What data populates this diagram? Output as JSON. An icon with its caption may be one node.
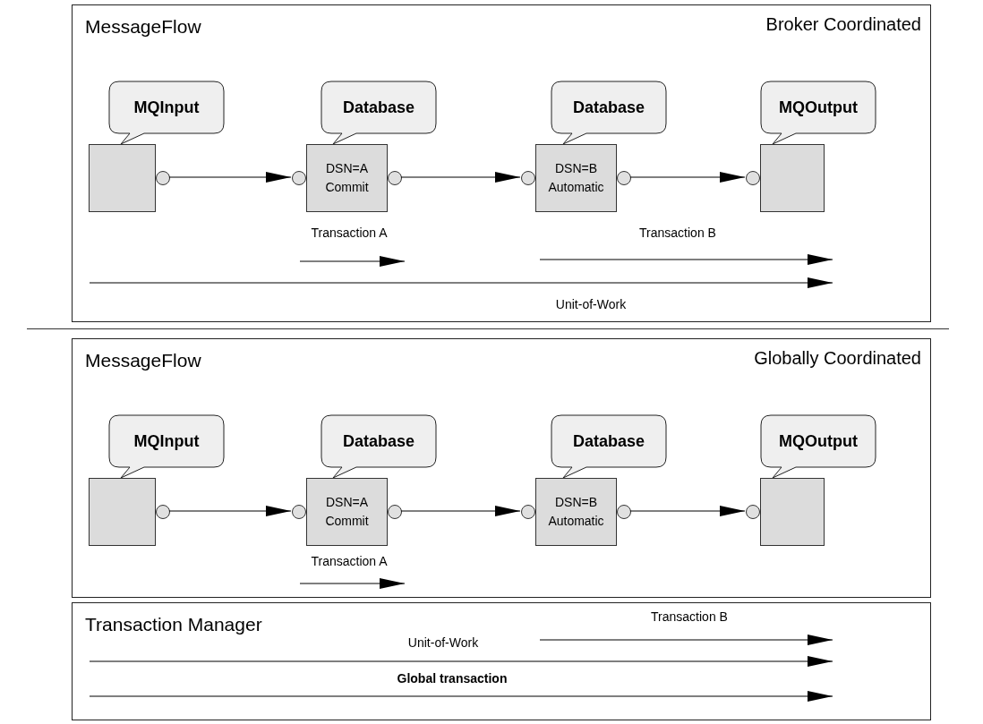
{
  "diagram": {
    "nodes": [
      {
        "text": [
          "MessageFlow",
          "Broker Coordinated"
        ]
      },
      {
        "text": [
          "MQInput"
        ],
        "in": 0
      },
      {
        "text": [],
        "shape": "box",
        "in": 0
      },
      {
        "text": [
          "Database"
        ],
        "in": 0
      },
      {
        "text": [
          "DSN=A Commit"
        ],
        "in": 0
      },
      {
        "text": [
          "Database"
        ],
        "in": 0
      },
      {
        "text": [
          "DSN=B Automatic"
        ],
        "in": 0
      },
      {
        "text": [
          "MQOutput"
        ],
        "in": 0
      },
      {
        "text": [],
        "shape": "box",
        "in": 0
      },
      {
        "text": [
          "MessageFlow",
          "Globally Coordinated"
        ]
      },
      {
        "text": [
          "MQInput"
        ],
        "in": 9
      },
      {
        "text": [],
        "shape": "box",
        "in": 9
      },
      {
        "text": [
          "Database"
        ],
        "in": 9
      },
      {
        "text": [
          "DSN=A Commit"
        ],
        "in": 9
      },
      {
        "text": [
          "Database"
        ],
        "in": 9
      },
      {
        "text": [
          "DSN=B Automatic"
        ],
        "in": 9
      },
      {
        "text": [
          "MQOutput"
        ],
        "in": 9
      },
      {
        "text": [],
        "shape": "box",
        "in": 9
      },
      {
        "text": [
          "Transaction Manager"
        ]
      }
    ],
    "edges": [
      {
        "from": 2,
        "to": 4,
        "arrow": "to"
      },
      {
        "from": 4,
        "to": 6,
        "arrow": "to"
      },
      {
        "from": 6,
        "to": 8,
        "arrow": "to"
      },
      {
        "from": 11,
        "to": 13,
        "arrow": "to"
      },
      {
        "from": 13,
        "to": 15,
        "arrow": "to"
      },
      {
        "from": 15,
        "to": 17,
        "arrow": "to"
      }
    ],
    "labels": [
      "Transaction A",
      "Transaction B",
      "Unit-of-Work",
      "Transaction A",
      "Transaction B",
      "Unit-of-Work",
      "Global transaction"
    ]
  }
}
